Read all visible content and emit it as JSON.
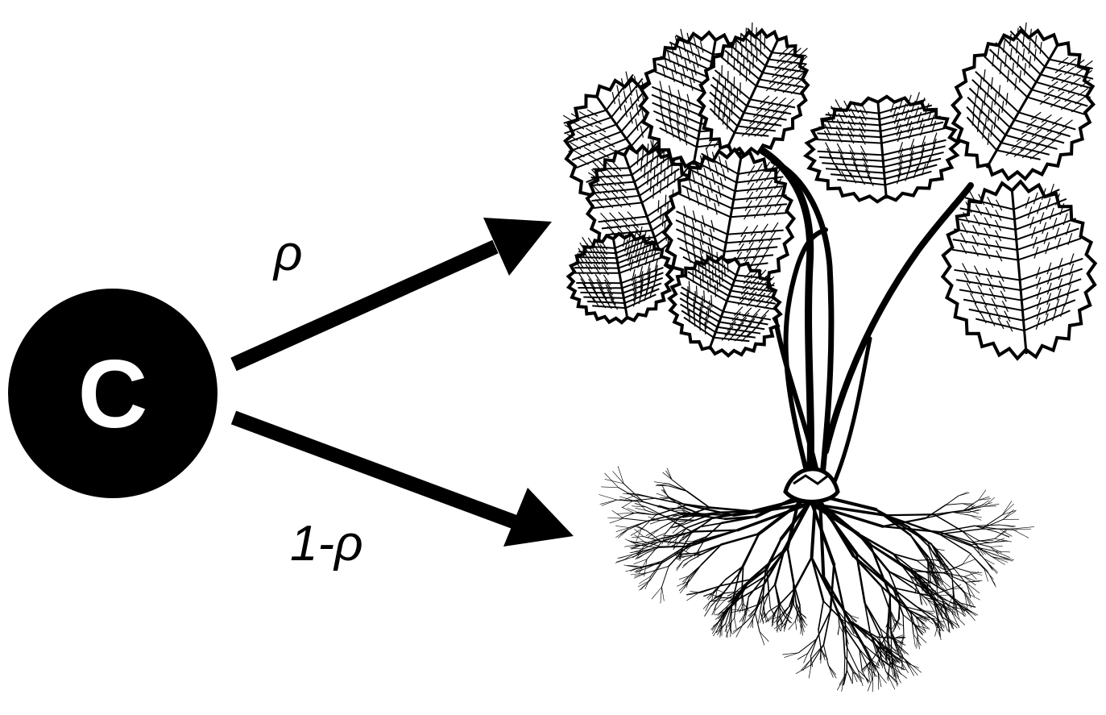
{
  "diagram": {
    "node": {
      "label": "C",
      "fill": "#000000",
      "text_color": "#ffffff"
    },
    "edges": [
      {
        "label": "ρ",
        "target": "leaves"
      },
      {
        "label": "1-ρ",
        "target": "roots"
      }
    ],
    "illustration": {
      "subject": "strawberry-plant-engraving",
      "ink_color": "#000000"
    }
  }
}
